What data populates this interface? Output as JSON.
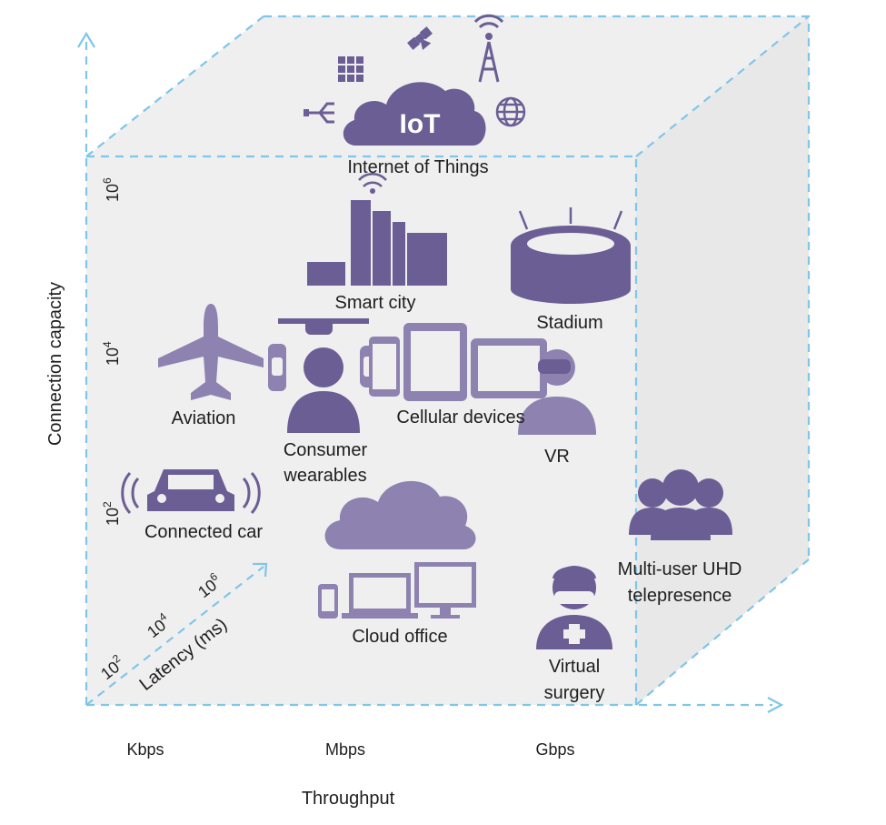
{
  "axes": {
    "throughput": {
      "title": "Throughput",
      "ticks": [
        "Kbps",
        "Mbps",
        "Gbps"
      ]
    },
    "connection_capacity": {
      "title": "Connection capacity",
      "ticks": [
        {
          "base": "10",
          "exp": "2"
        },
        {
          "base": "10",
          "exp": "4"
        },
        {
          "base": "10",
          "exp": "6"
        }
      ]
    },
    "latency": {
      "title": "Latency (ms)",
      "ticks": [
        {
          "base": "10",
          "exp": "2"
        },
        {
          "base": "10",
          "exp": "4"
        },
        {
          "base": "10",
          "exp": "6"
        }
      ]
    }
  },
  "use_cases": {
    "iot_badge": "IoT",
    "iot": "Internet of Things",
    "smart_city": "Smart city",
    "stadium": "Stadium",
    "aviation": "Aviation",
    "consumer_wearables": [
      "Consumer",
      "wearables"
    ],
    "cellular_devices": "Cellular devices",
    "vr": "VR",
    "connected_car": "Connected car",
    "multi_user": [
      "Multi-user UHD",
      "telepresence"
    ],
    "cloud_office": "Cloud office",
    "virtual_surgery": [
      "Virtual",
      "surgery"
    ]
  },
  "colors": {
    "icon": "#6b5e94",
    "icon_light": "#8d82b0",
    "cube_edge": "#7fc6e8",
    "cube_face": "#efefef"
  }
}
